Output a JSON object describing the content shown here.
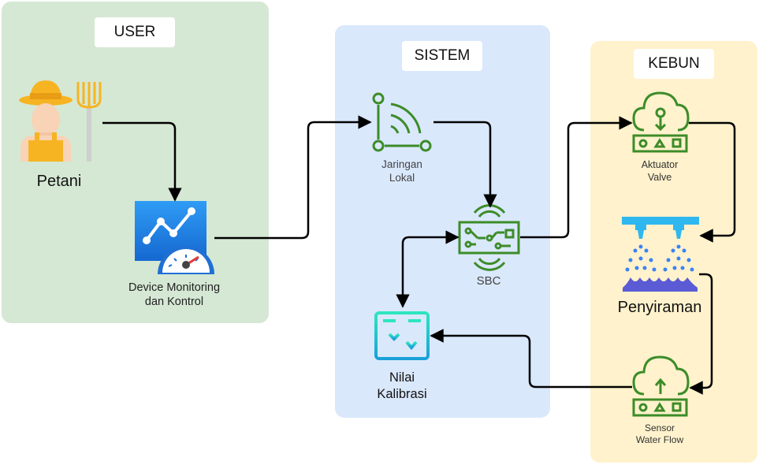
{
  "groups": {
    "user": "USER",
    "sistem": "SISTEM",
    "kebun": "KEBUN"
  },
  "nodes": {
    "petani": "Petani",
    "device": "Device Monitoring\ndan Kontrol",
    "jaringan": "Jaringan\nLokal",
    "sbc": "SBC",
    "nilai": "Nilai\nKalibrasi",
    "aktuator": "Aktuator\nValve",
    "penyiraman": "Penyiraman",
    "sensor": "Sensor\nWater Flow"
  },
  "colors": {
    "user_panel": "#d5e8d4",
    "sistem_panel": "#dae8fc",
    "kebun_panel": "#fff2cc",
    "icon_green": "#3c8c28",
    "icon_blue": "#2196f3",
    "icon_teal": "#1ec8b4",
    "connector": "#000000"
  },
  "icons": [
    "farmer-icon",
    "pitchfork-icon",
    "dashboard-icon",
    "network-icon",
    "circuit-board-icon",
    "calibration-icon",
    "cloud-valve-icon",
    "sprinkler-icon",
    "cloud-sensor-icon"
  ]
}
